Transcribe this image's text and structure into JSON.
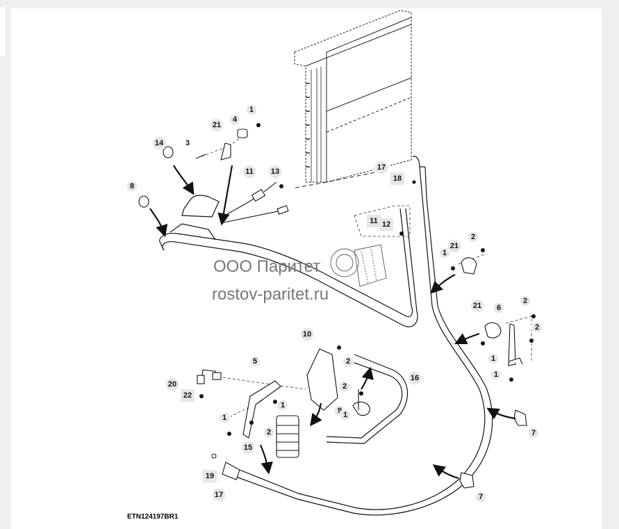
{
  "watermark": {
    "company": "ООО Паритет",
    "site": "rostov-paritet.ru"
  },
  "figure_id": "ETN124197BR1",
  "callouts": [
    {
      "id": "c14",
      "label": "14",
      "style": "circle"
    },
    {
      "id": "c3",
      "label": "3",
      "style": "plain"
    },
    {
      "id": "c21a",
      "label": "21",
      "style": "circle"
    },
    {
      "id": "c4",
      "label": "4",
      "style": "circle"
    },
    {
      "id": "c1a",
      "label": "1",
      "style": "circle"
    },
    {
      "id": "c8",
      "label": "8",
      "style": "circle"
    },
    {
      "id": "c11a",
      "label": "11",
      "style": "circle"
    },
    {
      "id": "c13",
      "label": "13",
      "style": "circle"
    },
    {
      "id": "c17a",
      "label": "17",
      "style": "circle"
    },
    {
      "id": "c18",
      "label": "18",
      "style": "square"
    },
    {
      "id": "c11b",
      "label": "11",
      "style": "square"
    },
    {
      "id": "c12",
      "label": "12",
      "style": "square"
    },
    {
      "id": "c2a",
      "label": "2",
      "style": "circle"
    },
    {
      "id": "c1b",
      "label": "1",
      "style": "circle"
    },
    {
      "id": "c21b",
      "label": "21",
      "style": "circle"
    },
    {
      "id": "c21c",
      "label": "21",
      "style": "circle"
    },
    {
      "id": "c6",
      "label": "6",
      "style": "circle"
    },
    {
      "id": "c2b",
      "label": "2",
      "style": "circle"
    },
    {
      "id": "c2c",
      "label": "2",
      "style": "circle"
    },
    {
      "id": "c1c",
      "label": "1",
      "style": "circle"
    },
    {
      "id": "c1d",
      "label": "1",
      "style": "circle"
    },
    {
      "id": "c10",
      "label": "10",
      "style": "circle"
    },
    {
      "id": "c2d",
      "label": "2",
      "style": "circle"
    },
    {
      "id": "c5",
      "label": "5",
      "style": "circle"
    },
    {
      "id": "c16",
      "label": "16",
      "style": "circle"
    },
    {
      "id": "c2e",
      "label": "2",
      "style": "circle"
    },
    {
      "id": "c20",
      "label": "20",
      "style": "circle"
    },
    {
      "id": "c22",
      "label": "22",
      "style": "square"
    },
    {
      "id": "c1e",
      "label": "1",
      "style": "circle"
    },
    {
      "id": "c9",
      "label": "9",
      "style": "circle"
    },
    {
      "id": "c1f",
      "label": "1",
      "style": "circle"
    },
    {
      "id": "c1g",
      "label": "1",
      "style": "circle"
    },
    {
      "id": "c15",
      "label": "15",
      "style": "circle"
    },
    {
      "id": "c2f",
      "label": "2",
      "style": "circle"
    },
    {
      "id": "c7a",
      "label": "7",
      "style": "circle"
    },
    {
      "id": "c7b",
      "label": "7",
      "style": "circle"
    },
    {
      "id": "c19",
      "label": "19",
      "style": "square"
    },
    {
      "id": "c17b",
      "label": "17",
      "style": "circle"
    }
  ]
}
